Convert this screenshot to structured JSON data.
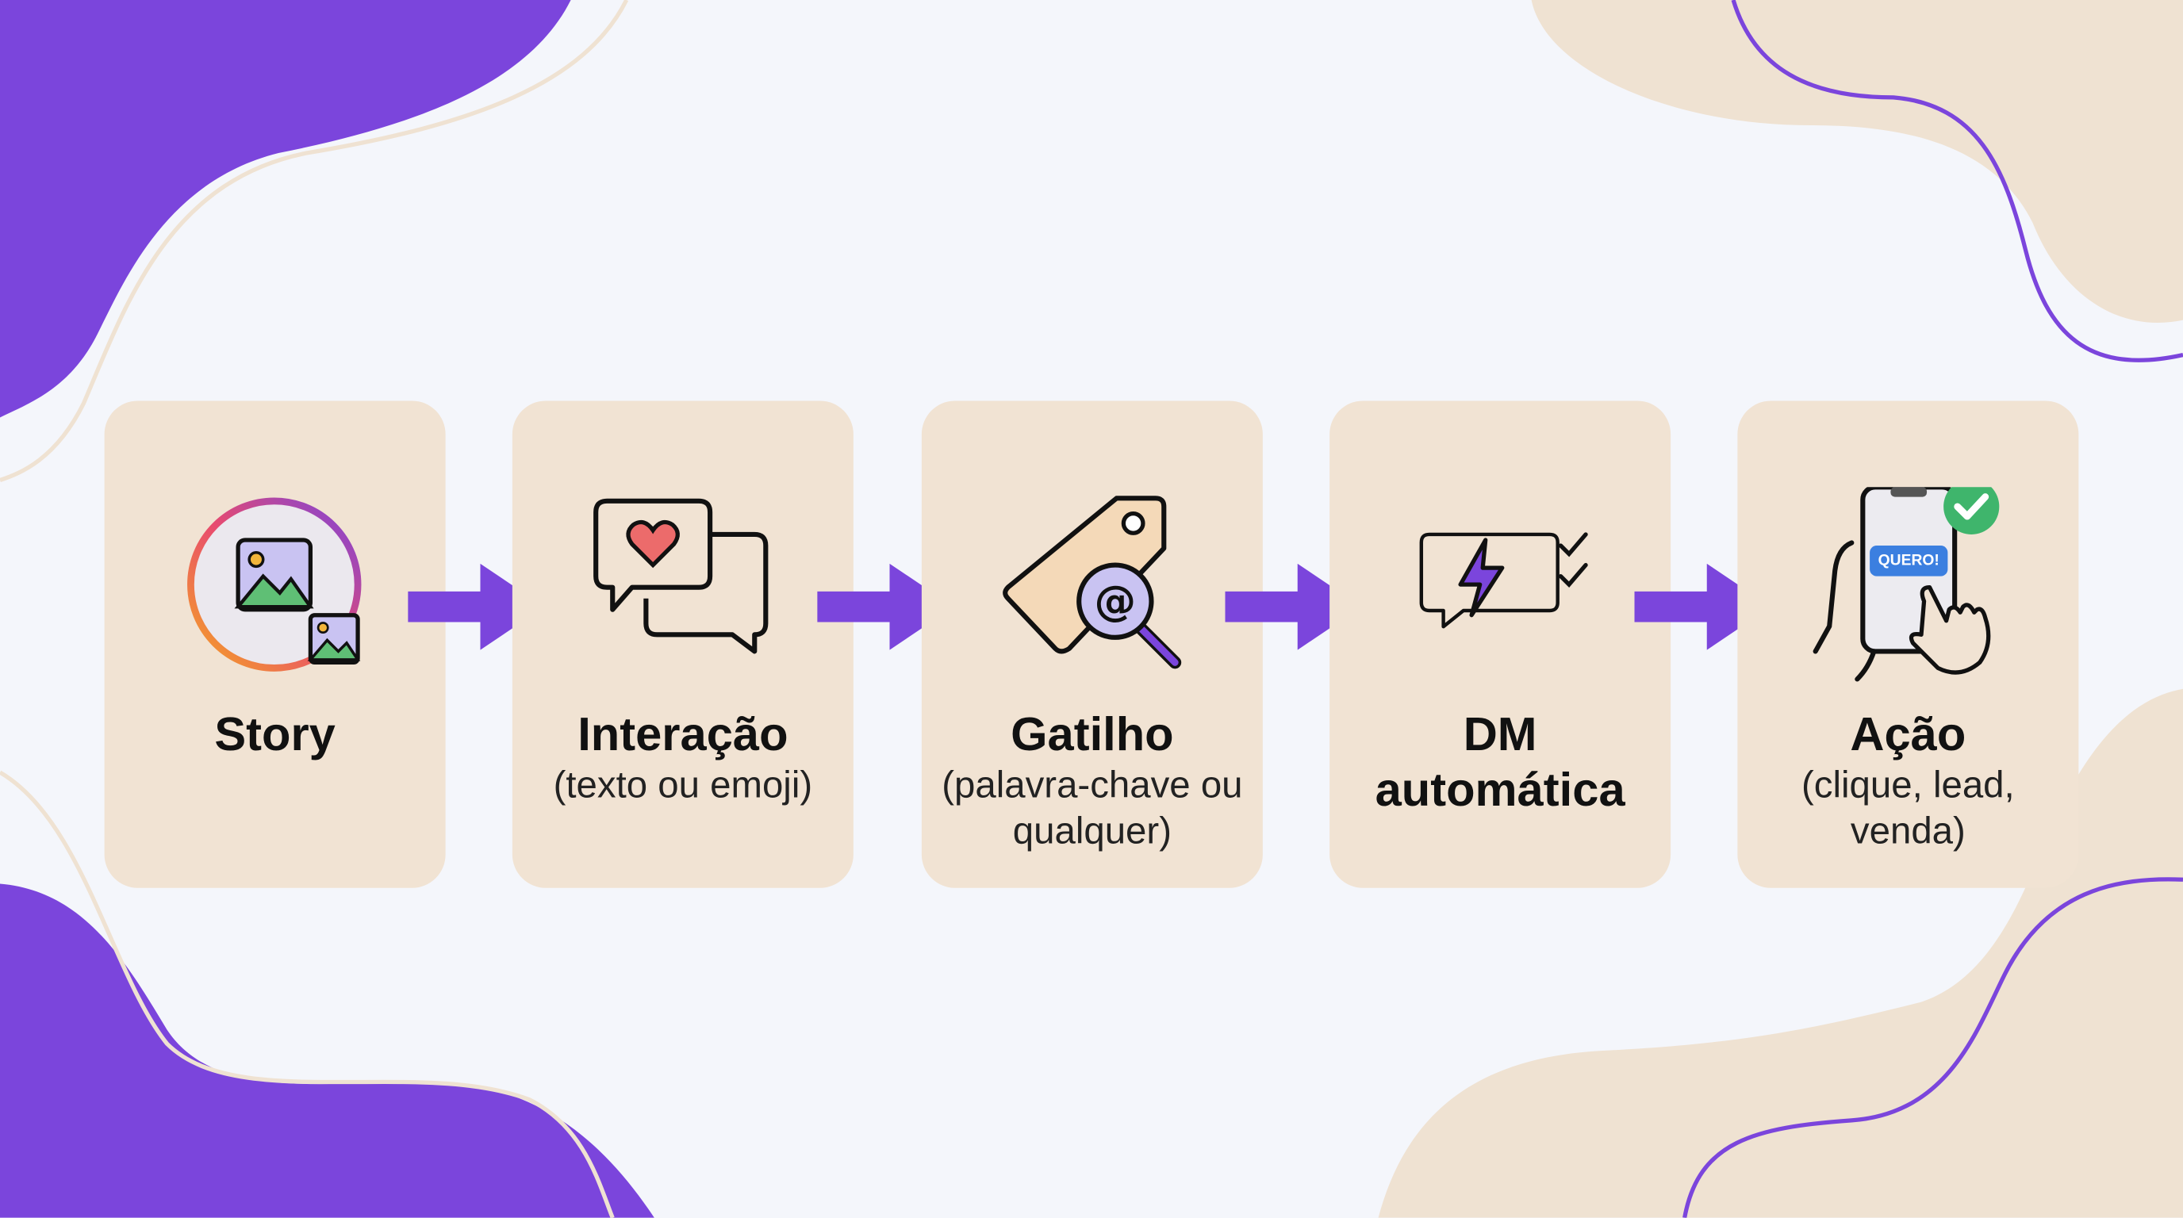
{
  "steps": [
    {
      "title": "Story",
      "subtitle": "",
      "icon": "story-image-icon"
    },
    {
      "title": "Interação",
      "subtitle": "(texto ou emoji)",
      "icon": "chat-heart-icon"
    },
    {
      "title": "Gatilho",
      "subtitle": "(palavra-chave ou qualquer)",
      "icon": "tag-at-search-icon"
    },
    {
      "title": "DM automática",
      "subtitle": "",
      "icon": "lightning-message-icon"
    },
    {
      "title": "Ação",
      "subtitle": "(clique, lead, venda)",
      "icon": "phone-tap-icon"
    }
  ],
  "phone_button_label": "QUERO!",
  "colors": {
    "purple": "#7b45dc",
    "card": "#f1e3d3",
    "background": "#f4f6fb",
    "beige": "#efe2d2",
    "green": "#3fb56c",
    "blue": "#3b7fe0"
  }
}
